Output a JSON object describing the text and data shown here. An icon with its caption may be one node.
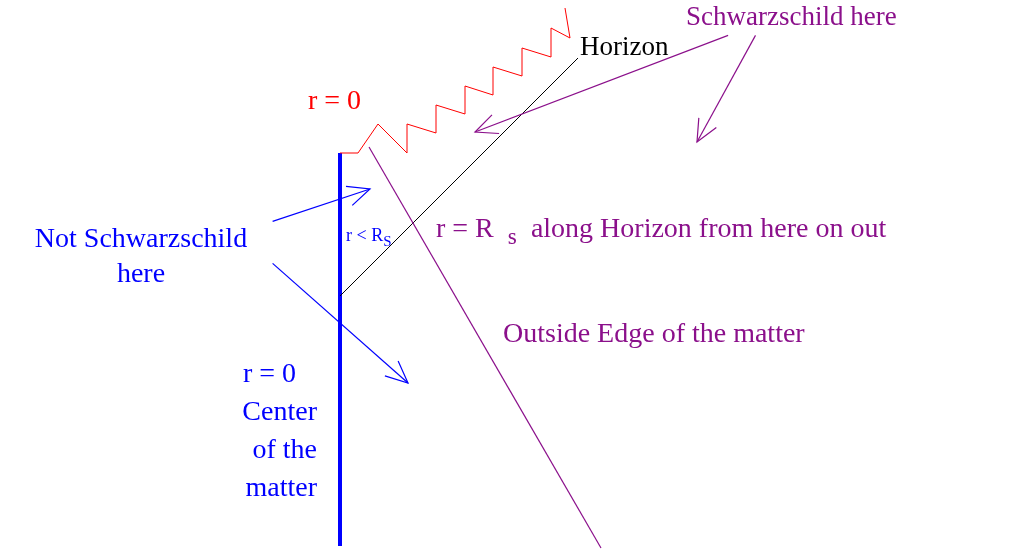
{
  "diagram": {
    "nodes": [
      {
        "text": [
          "Schwarzschild here"
        ]
      },
      {
        "text": [
          "Not Schwarzschild here"
        ]
      }
    ],
    "edges": [
      {
        "from": 0,
        "to": null,
        "arrow": "to"
      },
      {
        "from": 0,
        "to": null,
        "arrow": "to"
      },
      {
        "from": 1,
        "to": null,
        "arrow": "to",
        "color": "#0000ff"
      },
      {
        "from": 1,
        "to": null,
        "arrow": "to",
        "color": "#0000ff"
      }
    ],
    "labels": [
      "Horizon",
      "r = 0",
      "r < R$_{S}$",
      "r = R  $_{s}$  along Horizon from here on out",
      "Outside Edge of the matter",
      "r = 0",
      "Center of the matter"
    ]
  }
}
